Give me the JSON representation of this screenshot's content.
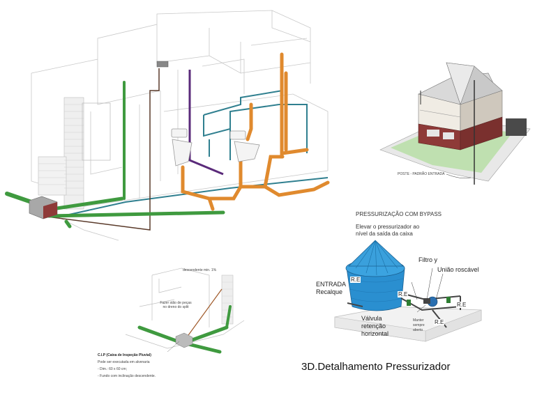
{
  "isometric": {
    "house_caption": "POSTE - PADRÃO ENTRADA"
  },
  "drainage_detail": {
    "slope_note": "descendente min. 1%",
    "split_note": "Fazer stão de peças no dreno do split",
    "cip_title": "C.I.P (Caixa de Inspeção Pluvial)",
    "cip_note_1": "Pode ser executada em alvenaria",
    "cip_note_2": "- Dim.: 60 x 60 cm;",
    "cip_note_3": "- Fundo com inclinação descendente."
  },
  "pressurizer": {
    "title": "PRESSURIZAÇÃO COM BYPASS",
    "subtitle_1": "Elevar o pressurizador ao",
    "subtitle_2": "nível da saída da caixa",
    "label_entrada_1": "ENTRADA",
    "label_entrada_2": "Recalque",
    "label_filtro": "Filtro y",
    "label_uniao": "União roscável",
    "label_re": "R.E",
    "label_valvula_1": "Válvula",
    "label_valvula_2": "retenção",
    "label_valvula_3": "horizontal",
    "label_manter_1": "Manter",
    "label_manter_2": "sempre",
    "label_manter_3": "aberto"
  },
  "caption": "3D.Detalhamento Pressurizador",
  "colors": {
    "rain_pipe": "#3f9a3f",
    "sewer_pipe": "#e08a2e",
    "cold_water": "#2f7f8f",
    "vent_pipe": "#5a2a7a",
    "tank": "#2a8fd0",
    "brick": "#8e3a38"
  }
}
